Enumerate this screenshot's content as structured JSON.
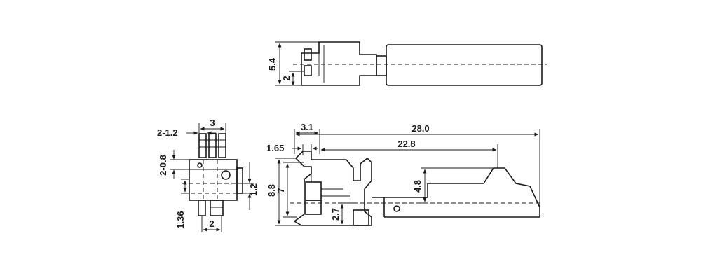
{
  "dimensions": {
    "top_height": "5.4",
    "top_pin": "2",
    "side_width": "3",
    "side_slot": "2-1.2",
    "side_hole": "2-0.8",
    "side_right": "1.2",
    "side_low": "1.36",
    "side_bottom": "2",
    "front_total_length": "28.0",
    "front_offset": "3.1",
    "front_small_offset": "1.65",
    "front_inner_length": "22.8",
    "front_height": "8.8",
    "front_inner_height": "7",
    "front_trigger_height": "4.8",
    "front_pin_height": "2.7"
  }
}
